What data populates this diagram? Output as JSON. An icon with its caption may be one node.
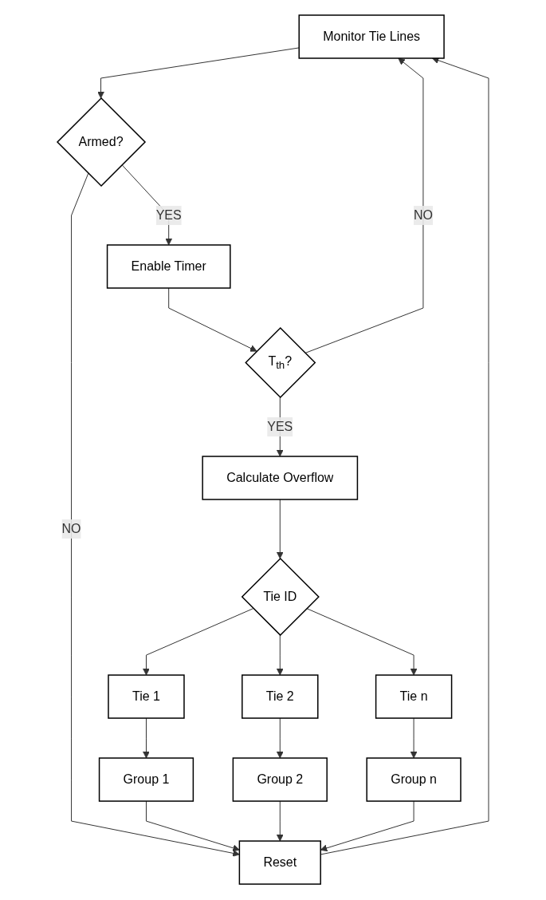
{
  "diagram": {
    "nodes": [
      {
        "text": [
          "Monitor Tie Lines"
        ]
      },
      {
        "text": [
          "Armed?"
        ]
      },
      {
        "text": [
          "Enable Timer"
        ]
      },
      {
        "text": [
          "T$_{th}$?"
        ]
      },
      {
        "text": [
          "Calculate Overflow"
        ]
      },
      {
        "text": [
          "Tie ID"
        ]
      },
      {
        "text": [
          "Tie 1"
        ]
      },
      {
        "text": [
          "Tie 2"
        ]
      },
      {
        "text": [
          "Tie n"
        ]
      },
      {
        "text": [
          "Group 1"
        ]
      },
      {
        "text": [
          "Group 2"
        ]
      },
      {
        "text": [
          "Group n"
        ]
      },
      {
        "text": [
          "Reset"
        ]
      }
    ],
    "edges": [
      {
        "from": 0,
        "to": 1,
        "arrow": "to"
      },
      {
        "from": 1,
        "to": 2,
        "arrow": "to",
        "label": "YES"
      },
      {
        "from": 1,
        "to": 12,
        "arrow": "to",
        "label": "NO"
      },
      {
        "from": 2,
        "to": 3,
        "arrow": "to"
      },
      {
        "from": 3,
        "to": 0,
        "arrow": "to",
        "label": "NO"
      },
      {
        "from": 3,
        "to": 4,
        "arrow": "to",
        "label": "YES"
      },
      {
        "from": 4,
        "to": 5,
        "arrow": "to"
      },
      {
        "from": 5,
        "to": 6,
        "arrow": "to"
      },
      {
        "from": 5,
        "to": 7,
        "arrow": "to"
      },
      {
        "from": 5,
        "to": 8,
        "arrow": "to"
      },
      {
        "from": 6,
        "to": 9,
        "arrow": "to"
      },
      {
        "from": 7,
        "to": 10,
        "arrow": "to"
      },
      {
        "from": 8,
        "to": 11,
        "arrow": "to"
      },
      {
        "from": 9,
        "to": 12,
        "arrow": "to"
      },
      {
        "from": 10,
        "to": 12,
        "arrow": "to"
      },
      {
        "from": 11,
        "to": 12,
        "arrow": "to"
      },
      {
        "from": 12,
        "to": 0,
        "arrow": "to"
      }
    ]
  }
}
